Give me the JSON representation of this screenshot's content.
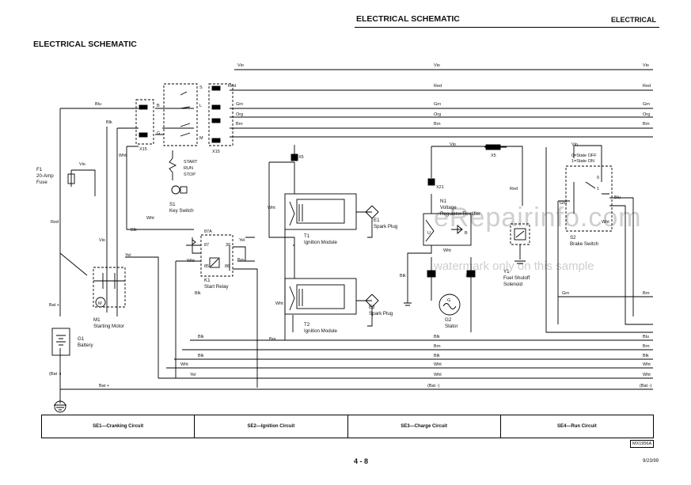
{
  "header": {
    "title": "ELECTRICAL SCHEMATIC",
    "section": "ELECTRICAL"
  },
  "page_title": "ELECTRICAL SCHEMATIC",
  "watermark": {
    "main": "eRepairinfo.com",
    "sub": "watermark only on this sample"
  },
  "wire_labels": {
    "vio": "Vio",
    "red": "Red",
    "grn": "Grn",
    "org": "Org",
    "brn": "Brn",
    "blu": "Blu",
    "blk": "Blk",
    "wht": "Wht",
    "yel": "Yel",
    "bat_plus": "Bat +",
    "bat_neg": "(Bat -)"
  },
  "components": {
    "f1": [
      "F1",
      "20-Amp",
      "Fuse"
    ],
    "s1": [
      "S1",
      "Key Switch"
    ],
    "s1_positions": [
      "START",
      "RUN",
      "STOP"
    ],
    "s1_terminals": [
      "S",
      "B",
      "L",
      "G",
      "M"
    ],
    "x15": "X15",
    "x5": "X5",
    "x21": "X21",
    "k1": [
      "K1",
      "Start Relay"
    ],
    "k1_terminals": [
      "87A",
      "87",
      "30",
      "85",
      "86"
    ],
    "m1": [
      "M1",
      "Starting Motor"
    ],
    "m_symbol": "M",
    "g1": [
      "G1",
      "Battery"
    ],
    "t1": [
      "T1",
      "Ignition Module"
    ],
    "t2": [
      "T2",
      "Ignition Module"
    ],
    "e1": [
      "E1",
      "Spark Plug"
    ],
    "e2": [
      "E2",
      "Spark Plug"
    ],
    "n1": [
      "N1",
      "Voltage",
      "Regulator/Rectifier"
    ],
    "n1_terminals": [
      "U",
      "B"
    ],
    "g2": [
      "G2",
      "Stator"
    ],
    "g_symbol": "G",
    "y1": [
      "Y1",
      "Fuel Shutoff",
      "Solenoid"
    ],
    "s2": [
      "S2",
      "Brake Switch"
    ],
    "s2_note": [
      "0=State OFF",
      "1=State ON"
    ],
    "s2_states": [
      "0",
      "1"
    ]
  },
  "legend": [
    "SE1—Cranking Circuit",
    "SE2—Ignition Circuit",
    "SE3—Charge Circuit",
    "SE4—Run Circuit"
  ],
  "figure_code": "MX1956A",
  "page_number": "4 - 8",
  "date": "9/23/99"
}
